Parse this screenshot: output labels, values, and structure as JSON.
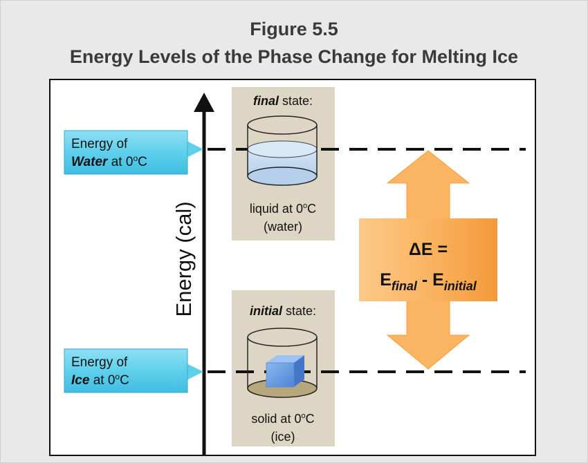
{
  "title_line1": "Figure 5.5",
  "title_line2": "Energy Levels of the Phase Change for Melting Ice",
  "axis_label": "Energy (cal)",
  "water_label": {
    "line1": "Energy of",
    "bold": "Water",
    "rest": " at 0",
    "sup": "o",
    "unit": "C"
  },
  "ice_label": {
    "line1": "Energy of",
    "bold": "Ice",
    "rest": " at 0",
    "sup": "o",
    "unit": "C"
  },
  "final_box": {
    "heading_bold": "final",
    "heading_rest": " state:",
    "caption1_pre": "liquid at 0",
    "caption1_sup": "o",
    "caption1_unit": "C",
    "caption2": "(water)"
  },
  "initial_box": {
    "heading_bold": "initial",
    "heading_rest": " state:",
    "caption1_pre": "solid at 0",
    "caption1_sup": "o",
    "caption1_unit": "C",
    "caption2": "(ice)"
  },
  "delta": {
    "line1": "ΔE =",
    "e1": "E",
    "sub1": "final",
    "minus": " - ",
    "e2": "E",
    "sub2": "initial"
  },
  "colors": {
    "label_box": "#5fd0ec",
    "arrow_fill": "#fbb462",
    "state_box": "#ddd6c4",
    "water": "#c6dcf2",
    "ice": "#6d9fe3",
    "ice_floor": "#b8a77d"
  }
}
